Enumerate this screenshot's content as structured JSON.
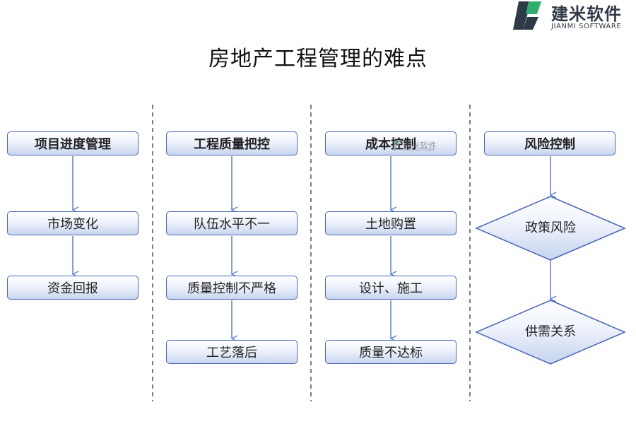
{
  "logo": {
    "brand_cn": "建米软件",
    "brand_en": "JIANMI SOFTWARE"
  },
  "title": "房地产工程管理的难点",
  "watermark": {
    "brand_cn": "建米软件",
    "brand_en": "JIANMI SOFTWARE"
  },
  "columns": [
    {
      "header": "项目进度管理",
      "items": [
        "市场变化",
        "资金回报"
      ]
    },
    {
      "header": "工程质量把控",
      "items": [
        "队伍水平不一",
        "质量控制不严格",
        "工艺落后"
      ]
    },
    {
      "header": "成本控制",
      "items": [
        "土地购置",
        "设计、施工",
        "质量不达标"
      ]
    },
    {
      "header": "风险控制",
      "items": [
        "政策风险",
        "供需关系"
      ]
    }
  ],
  "colors": {
    "border": "#4a67b8",
    "arrow": "#5b7fcf",
    "divider": "#555555",
    "diamond_fill": "#c5d3ef"
  }
}
